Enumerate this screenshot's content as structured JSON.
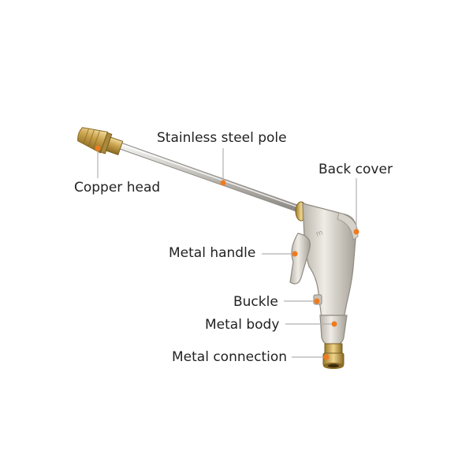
{
  "labels": {
    "copper_head": "Copper head",
    "stainless_steel_pole": "Stainless steel pole",
    "back_cover": "Back cover",
    "metal_handle": "Metal handle",
    "buckle": "Buckle",
    "metal_body": "Metal body",
    "metal_connection": "Metal connection"
  },
  "colors": {
    "background": "#ffffff",
    "label_text": "#222222",
    "leader_line": "#b0b0b0",
    "marker_dot": "#f07a1e",
    "brass": "#c9a14a",
    "silver": "#d9d5cc"
  }
}
